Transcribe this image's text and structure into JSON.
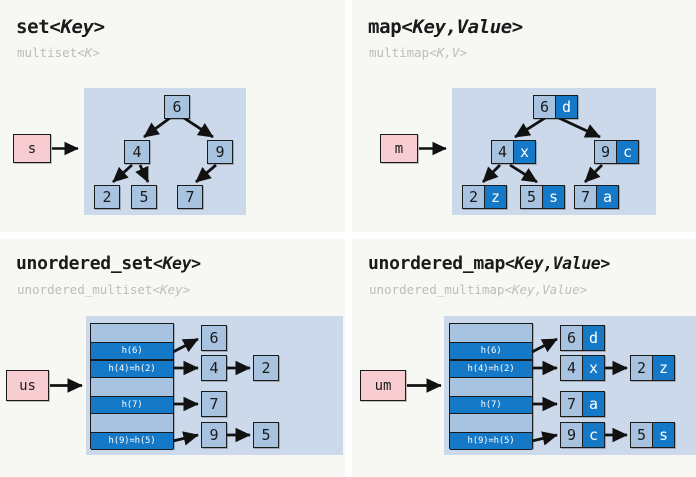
{
  "cards": [
    {
      "id": "set",
      "title_name": "set",
      "title_type": "<Key>",
      "subtitle_name": "multiset",
      "subtitle_type": "<K>",
      "handle_label": "s",
      "structure": "binary-search-tree",
      "nodes": [
        {
          "key": "6",
          "value": null
        },
        {
          "key": "4",
          "value": null
        },
        {
          "key": "9",
          "value": null
        },
        {
          "key": "2",
          "value": null
        },
        {
          "key": "5",
          "value": null
        },
        {
          "key": "7",
          "value": null
        }
      ]
    },
    {
      "id": "map",
      "title_name": "map",
      "title_type": "<Key,Value>",
      "subtitle_name": "multimap",
      "subtitle_type": "<K,V>",
      "handle_label": "m",
      "structure": "binary-search-tree",
      "nodes": [
        {
          "key": "6",
          "value": "d"
        },
        {
          "key": "4",
          "value": "x"
        },
        {
          "key": "9",
          "value": "c"
        },
        {
          "key": "2",
          "value": "z"
        },
        {
          "key": "5",
          "value": "s"
        },
        {
          "key": "7",
          "value": "a"
        }
      ]
    },
    {
      "id": "unordered_set",
      "title_name": "unordered_set",
      "title_type": "<Key>",
      "subtitle_name": "unordered_multiset",
      "subtitle_type": "<Key>",
      "handle_label": "us",
      "structure": "hash-table",
      "slots": [
        {
          "label": "",
          "filled": false
        },
        {
          "label": "h(6)",
          "filled": true
        },
        {
          "label": "h(4)=h(2)",
          "filled": true
        },
        {
          "label": "",
          "filled": false
        },
        {
          "label": "h(7)",
          "filled": true
        },
        {
          "label": "",
          "filled": false
        },
        {
          "label": "h(9)=h(5)",
          "filled": true
        }
      ],
      "buckets": [
        {
          "slot_label": "h(6)",
          "chain": [
            {
              "key": "6",
              "value": null
            }
          ]
        },
        {
          "slot_label": "h(4)=h(2)",
          "chain": [
            {
              "key": "4",
              "value": null
            },
            {
              "key": "2",
              "value": null
            }
          ]
        },
        {
          "slot_label": "h(7)",
          "chain": [
            {
              "key": "7",
              "value": null
            }
          ]
        },
        {
          "slot_label": "h(9)=h(5)",
          "chain": [
            {
              "key": "9",
              "value": null
            },
            {
              "key": "5",
              "value": null
            }
          ]
        }
      ]
    },
    {
      "id": "unordered_map",
      "title_name": "unordered_map",
      "title_type": "<Key,Value>",
      "subtitle_name": "unordered_multimap",
      "subtitle_type": "<Key,Value>",
      "handle_label": "um",
      "structure": "hash-table",
      "slots": [
        {
          "label": "",
          "filled": false
        },
        {
          "label": "h(6)",
          "filled": true
        },
        {
          "label": "h(4)=h(2)",
          "filled": true
        },
        {
          "label": "",
          "filled": false
        },
        {
          "label": "h(7)",
          "filled": true
        },
        {
          "label": "",
          "filled": false
        },
        {
          "label": "h(9)=h(5)",
          "filled": true
        }
      ],
      "buckets": [
        {
          "slot_label": "h(6)",
          "chain": [
            {
              "key": "6",
              "value": "d"
            }
          ]
        },
        {
          "slot_label": "h(4)=h(2)",
          "chain": [
            {
              "key": "4",
              "value": "x"
            },
            {
              "key": "2",
              "value": "z"
            }
          ]
        },
        {
          "slot_label": "h(7)",
          "chain": [
            {
              "key": "7",
              "value": "a"
            }
          ]
        },
        {
          "slot_label": "h(9)=h(5)",
          "chain": [
            {
              "key": "9",
              "value": "c"
            },
            {
              "key": "5",
              "value": "s"
            }
          ]
        }
      ]
    }
  ],
  "colors": {
    "card_bg": "#f7f7f4",
    "panel_bg": "#ccd9ea",
    "node_key_fill": "#a8c3e0",
    "node_value_fill": "#1579c8",
    "handle_fill": "#f8cdd2",
    "outline": "#1b1b1b",
    "title_color": "#1a1a1a",
    "subtitle_color": "#bdbdb8"
  }
}
